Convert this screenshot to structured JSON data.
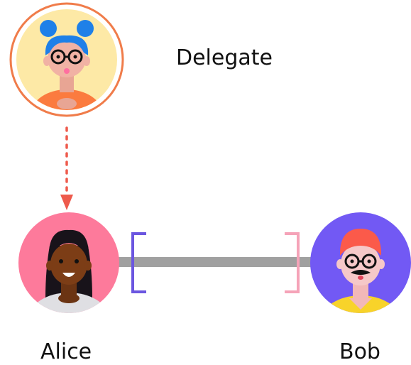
{
  "labels": {
    "delegate": "Delegate",
    "alice": "Alice",
    "bob": "Bob"
  },
  "colors": {
    "delegate_ring": "#f07c4a",
    "delegate_background": "#fde9a6",
    "alice_background": "#fd7a9b",
    "bob_background": "#7259f4",
    "arrow": "#ee5a4c",
    "channel": "#a0a0a0",
    "alice_bracket": "#6b56e0",
    "bob_bracket": "#f5a3b8"
  },
  "icons": {
    "delegate": "woman-with-glasses-avatar-icon",
    "alice": "smiling-woman-avatar-icon",
    "bob": "man-with-glasses-and-mustache-avatar-icon"
  }
}
